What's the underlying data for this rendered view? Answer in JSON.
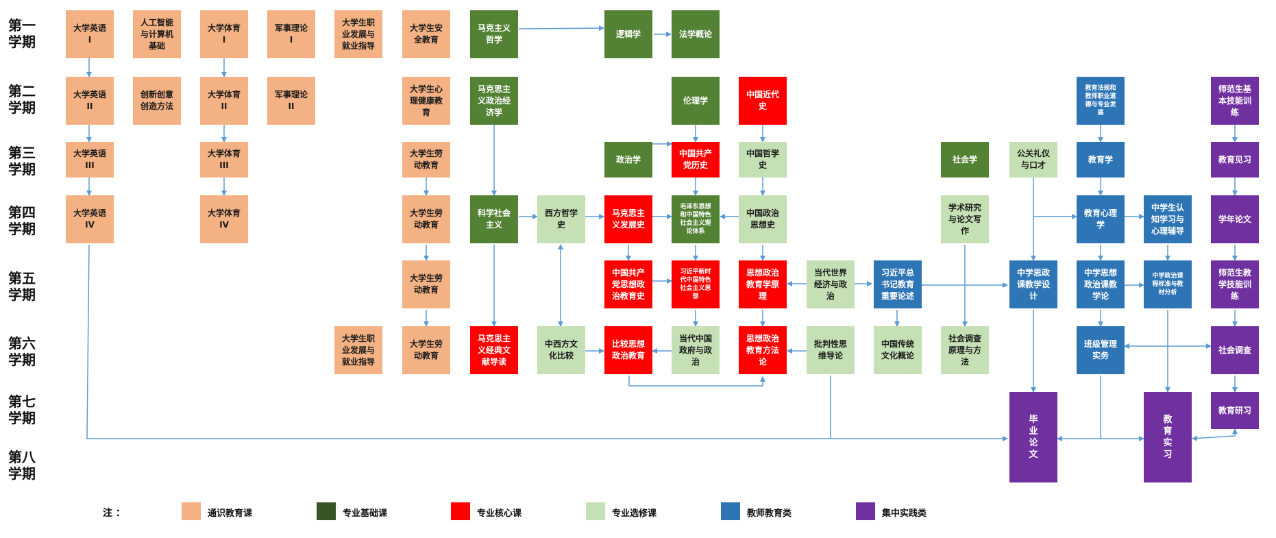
{
  "semesters": [
    "第一\n学期",
    "第二\n学期",
    "第三\n学期",
    "第四\n学期",
    "第五\n学期",
    "第六\n学期",
    "第七\n学期",
    "第八\n学期"
  ],
  "colors": {
    "tong": "#f4b183",
    "jichu": "#548235",
    "hexin": "#ff0000",
    "xuanxiu": "#c5e0b4",
    "jiaoshi": "#2e75b6",
    "shijian": "#7030a0"
  },
  "courses": {
    "yy1": "大学英语\nI",
    "ai": "人工智能\n与计算机\n基础",
    "ty1": "大学体育\nI",
    "js1": "军事理论\nI",
    "zy1": "大学生职\n业发展与\n就业指导",
    "aq": "大学生安\n全教育",
    "mkszx": "马克主义\n哲学",
    "ljx": "逻辑学",
    "fxgl": "法学概论",
    "yy2": "大学英语\nII",
    "cx": "创新创意\n创造方法",
    "ty2": "大学体育\nII",
    "js2": "军事理论\nII",
    "xl": "大学生心\n理健康教\n育",
    "zzjj": "马克思主\n义政治经\n济学",
    "llx": "伦理学",
    "zgjds": "中国近代\n史",
    "jyfg": "教育法规和\n教师职业道\n德与专业发\n展",
    "sfs1": "师范生基\n本技能训\n练",
    "yy3": "大学英语\nIII",
    "ty3": "大学体育\nIII",
    "ld1": "大学生劳\n动教育",
    "zzx": "政治学",
    "dsls": "中国共产\n党历史",
    "zgzxs": "中国哲学\n史",
    "shx": "社会学",
    "ggly": "公关礼仪\n与口才",
    "jyx": "教育学",
    "jyjx": "教育见习",
    "yy4": "大学英语\nIV",
    "ty4": "大学体育\nIV",
    "ld2": "大学生劳\n动教育",
    "kxsh": "科学社会\n主义",
    "xfzx": "西方哲学\n史",
    "mkfz": "马克思主\n义发展史",
    "mzd": "毛泽东思想\n和中国特色\n社会主义理\n论体系",
    "zgzzsx": "中国政治\n思想史",
    "xsyj": "学术研究\n与论文写\n作",
    "jyxl": "教育心理\n学",
    "zxsrz": "中学生认\n知学习与\n心理辅导",
    "xnlw": "学年论文",
    "ld3": "大学生劳\n动教育",
    "sxzz": "中国共产\n党思想政\n治教育史",
    "xjp": "习近平新时\n代中国特色\n社会主义思\n想",
    "szjyx": "思想政治\n教育学原\n理",
    "ddsj": "当代世界\n经济与政\n治",
    "xjplw": "习近平总\n书记教育\n重要论述",
    "kcsj": "中学思政\n课教学设\n计",
    "kcjx": "中学思想\n政治课教\n学论",
    "kcbz": "中学政治课\n程标准与教\n材分析",
    "sfs2": "师范生教\n学技能训\n练",
    "zy2": "大学生职\n业发展与\n就业指导",
    "ld4": "大学生劳\n动教育",
    "mkjd": "马克思主\n义经典文\n献导读",
    "zxwh": "中西方文\n化比较",
    "bjsx": "比较思想\n政治教育",
    "ddzg": "当代中国\n政府与政\n治",
    "szff": "思想政治\n教育方法\n论",
    "ppsw": "批判性思\n维导论",
    "ctwh": "中国传统\n文化概论",
    "shdc": "社会调查\n原理与方\n法",
    "bjgl": "班级管理\n实务",
    "shdc2": "社会调查",
    "jyyx": "教育研习",
    "bylw": "毕\n业\n论\n文",
    "jysx": "教\n育\n实\n习"
  },
  "legend": {
    "note": "注 ：",
    "items": [
      "通识教育课",
      "专业基础课",
      "专业核心课",
      "专业选修课",
      "教师教育类",
      "集中实践类"
    ]
  }
}
